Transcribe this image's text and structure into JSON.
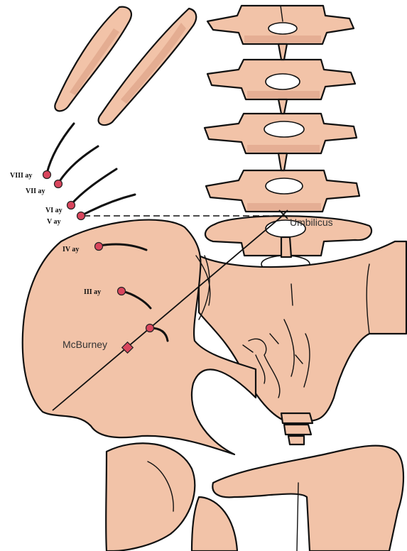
{
  "labels": {
    "viii": "VIII ay",
    "vii": "VII ay",
    "vi": "VI ay",
    "v": "V ay",
    "iv": "IV ay",
    "iii": "III ay",
    "mcburney": "McBurney",
    "umbilicus": "Umbilicus"
  },
  "colors": {
    "bone": "#f2c3a8",
    "bone_shade": "#d89a7f",
    "marker": "#d9455d",
    "outline": "#111111"
  }
}
